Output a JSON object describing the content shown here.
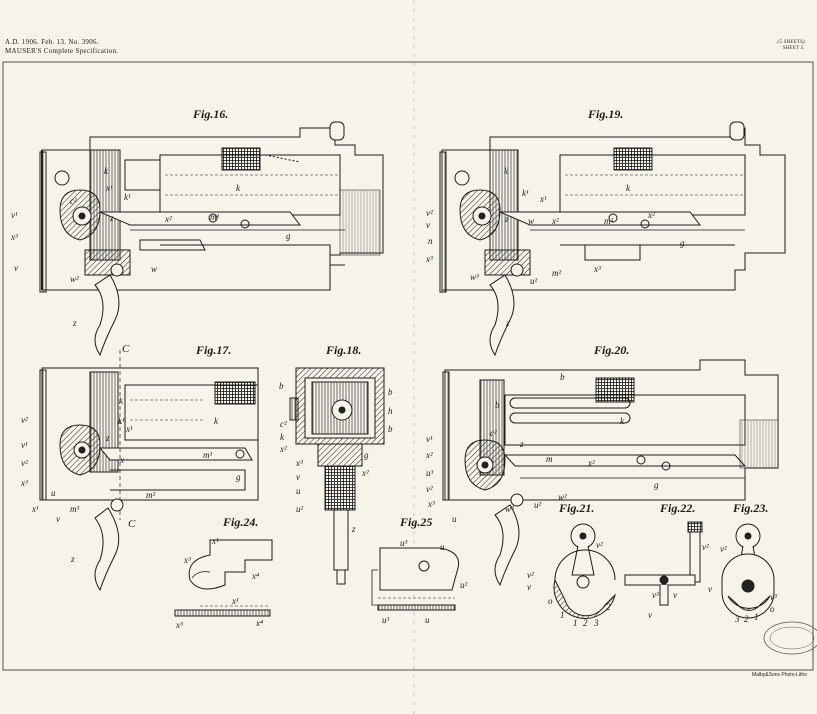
{
  "header": {
    "line1": "A.D. 1906. Feb. 13. No. 3906.",
    "line2": "MAUSER'S Complete Specification.",
    "sheets_line1": "(5 SHEETS)",
    "sheets_line2": "SHEET 5."
  },
  "figures": [
    {
      "label": "Fig.16."
    },
    {
      "label": "Fig.19."
    },
    {
      "label": "Fig.17."
    },
    {
      "label": "Fig.18."
    },
    {
      "label": "Fig.20."
    },
    {
      "label": "Fig.24."
    },
    {
      "label": "Fig.25"
    },
    {
      "label": "Fig.21."
    },
    {
      "label": "Fig.22."
    },
    {
      "label": "Fig.23."
    }
  ],
  "section_marks": [
    "C",
    "C"
  ],
  "printer": "Malby&Sons Photo-Litho"
}
